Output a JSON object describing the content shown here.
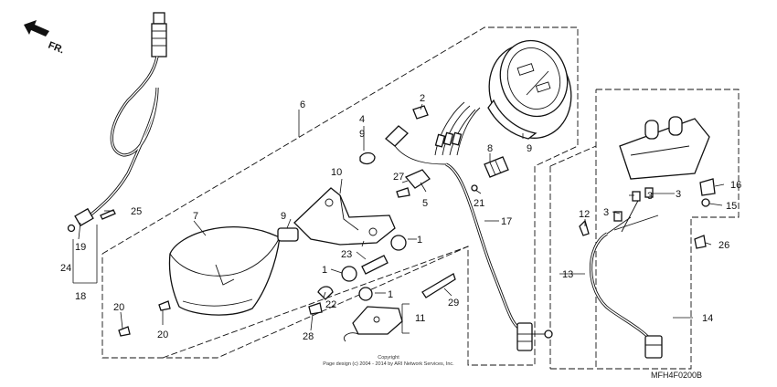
{
  "direction_marker": {
    "label": "FR."
  },
  "callouts": {
    "c1a": "1",
    "c1b": "1",
    "c1c": "1",
    "c2": "2",
    "c3a": "3",
    "c3b": "3",
    "c3c": "3",
    "c4": "4",
    "c5": "5",
    "c6": "6",
    "c7": "7",
    "c8": "8",
    "c9a": "9",
    "c9b": "9",
    "c9c": "9",
    "c10": "10",
    "c11": "11",
    "c12": "12",
    "c13": "13",
    "c14": "14",
    "c15": "15",
    "c16": "16",
    "c17": "17",
    "c18": "18",
    "c19": "19",
    "c20a": "20",
    "c20b": "20",
    "c21": "21",
    "c22": "22",
    "c23": "23",
    "c24": "24",
    "c25": "25",
    "c26": "26",
    "c27": "27",
    "c28": "28",
    "c29": "29"
  },
  "copyright": {
    "line1": "Copyright",
    "line2": "Page design (c) 2004 - 2014 by ARI Network Services, Inc."
  },
  "diagram_code": "MFH4F0200B"
}
